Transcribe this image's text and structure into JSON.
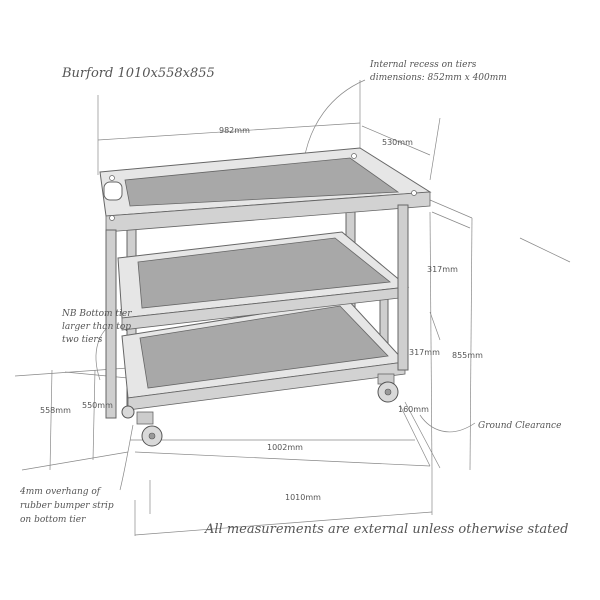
{
  "title": "Burford 1010x558x855",
  "notes": {
    "internal_recess_line1": "Internal recess on tiers",
    "internal_recess_line2": "dimensions: 852mm x 400mm",
    "bottom_tier_line1": "NB Bottom tier",
    "bottom_tier_line2": "larger than top",
    "bottom_tier_line3": "two tiers",
    "ground_clearance": "Ground Clearance",
    "overhang_line1": "4mm overhang of",
    "overhang_line2": "rubber bumper strip",
    "overhang_line3": "on bottom tier"
  },
  "dimensions": {
    "top_width": "982mm",
    "top_depth": "530mm",
    "tier_gap_upper": "317mm",
    "tier_gap_lower": "317mm",
    "overall_height": "855mm",
    "overall_depth": "558mm",
    "bottom_depth": "550mm",
    "clearance": "160mm",
    "bottom_width": "1002mm",
    "overall_width": "1010mm"
  },
  "footer": "All measurements are external unless otherwise stated"
}
